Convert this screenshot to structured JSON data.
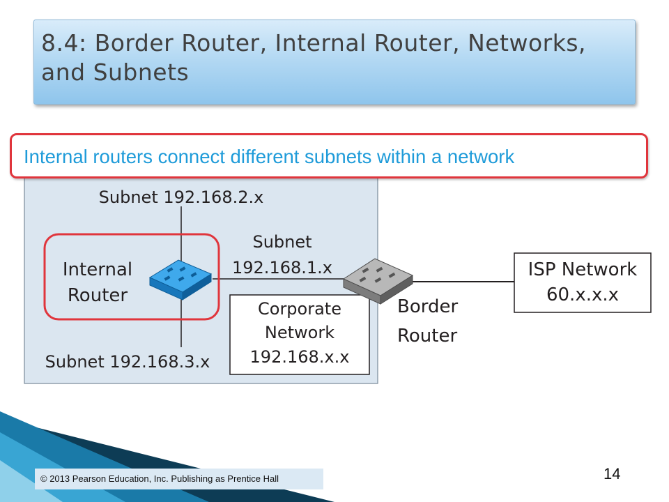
{
  "slide": {
    "title": "8.4: Border Router, Internal Router, Networks, and Subnets",
    "callout": "Internal routers connect different subnets within a network",
    "page_number": "14",
    "copyright": "© 2013 Pearson Education, Inc. Publishing as Prentice Hall"
  },
  "diagram": {
    "subnet_top": "Subnet 192.168.2.x",
    "subnet_right_line1": "Subnet",
    "subnet_right_line2": "192.168.1.x",
    "subnet_bottom": "Subnet 192.168.3.x",
    "internal_router_line1": "Internal",
    "internal_router_line2": "Router",
    "corporate_line1": "Corporate",
    "corporate_line2": "Network",
    "corporate_line3": "192.168.x.x",
    "border_router_line1": "Border",
    "border_router_line2": "Router",
    "isp_line1": "ISP Network",
    "isp_line2": "60.x.x.x",
    "colors": {
      "network_fill": "#dbe6f0",
      "highlight_red": "#e0353c",
      "internal_router": "#1e8fd8",
      "border_router": "#8a8a8a",
      "callout_text": "#1e9bd9"
    }
  }
}
